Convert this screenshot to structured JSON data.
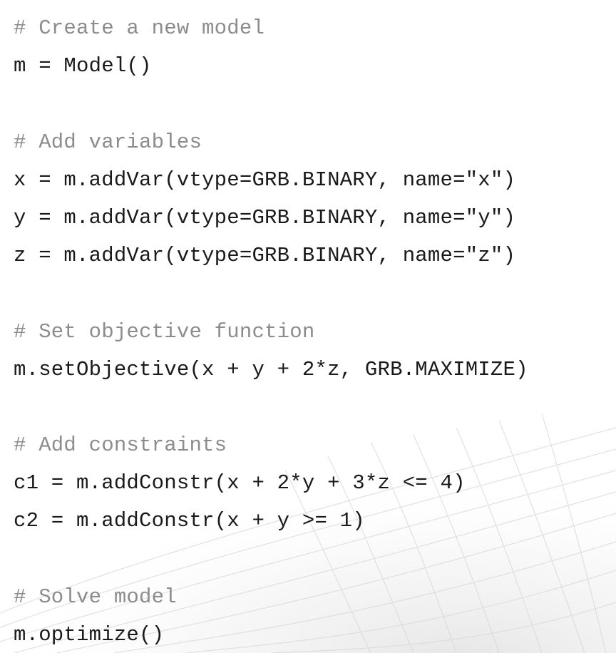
{
  "code": {
    "lines": [
      {
        "kind": "comment",
        "text": "# Create a new model"
      },
      {
        "kind": "stmt",
        "text": "m = Model()"
      },
      {
        "kind": "blank",
        "text": ""
      },
      {
        "kind": "comment",
        "text": "# Add variables"
      },
      {
        "kind": "stmt",
        "text": "x = m.addVar(vtype=GRB.BINARY, name=\"x\")"
      },
      {
        "kind": "stmt",
        "text": "y = m.addVar(vtype=GRB.BINARY, name=\"y\")"
      },
      {
        "kind": "stmt",
        "text": "z = m.addVar(vtype=GRB.BINARY, name=\"z\")"
      },
      {
        "kind": "blank",
        "text": ""
      },
      {
        "kind": "comment",
        "text": "# Set objective function"
      },
      {
        "kind": "stmt",
        "text": "m.setObjective(x + y + 2*z, GRB.MAXIMIZE)"
      },
      {
        "kind": "blank",
        "text": ""
      },
      {
        "kind": "comment",
        "text": "# Add constraints"
      },
      {
        "kind": "stmt",
        "text": "c1 = m.addConstr(x + 2*y + 3*z <= 4)"
      },
      {
        "kind": "stmt",
        "text": "c2 = m.addConstr(x + y >= 1)"
      },
      {
        "kind": "blank",
        "text": ""
      },
      {
        "kind": "comment",
        "text": "# Solve model"
      },
      {
        "kind": "stmt",
        "text": "m.optimize()"
      }
    ]
  },
  "colors": {
    "comment": "#8c8c8c",
    "code": "#1a1a1a",
    "background": "#ffffff"
  }
}
